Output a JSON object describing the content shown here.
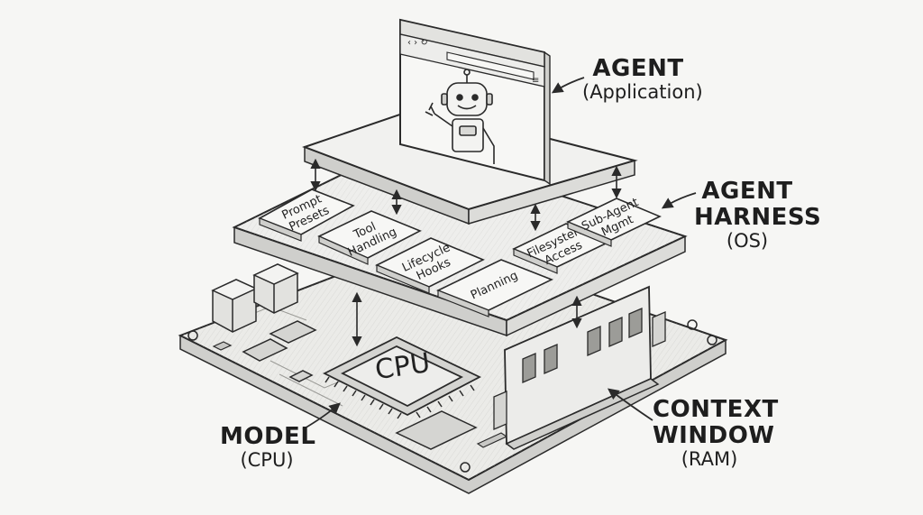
{
  "labels": {
    "agent": {
      "title": "AGENT",
      "subtitle": "(Application)"
    },
    "harness": {
      "line1": "AGENT",
      "line2": "HARNESS",
      "subtitle": "(OS)"
    },
    "context": {
      "line1": "CONTEXT",
      "line2": "WINDOW",
      "subtitle": "(RAM)"
    },
    "model": {
      "title": "MODEL",
      "subtitle": "(CPU)"
    }
  },
  "chip": {
    "label": "CPU"
  },
  "modules": [
    {
      "id": "prompt-presets",
      "lines": [
        "Prompt",
        "Presets"
      ]
    },
    {
      "id": "tool-handling",
      "lines": [
        "Tool",
        "Handling"
      ]
    },
    {
      "id": "lifecycle-hooks",
      "lines": [
        "Lifecycle",
        "Hooks"
      ]
    },
    {
      "id": "planning",
      "lines": [
        "Planning"
      ]
    },
    {
      "id": "filesystem-access",
      "lines": [
        "Filesystem",
        "Access"
      ]
    },
    {
      "id": "sub-agent-mgmt",
      "lines": [
        "Sub-Agent",
        "Mgmt"
      ]
    }
  ],
  "colors": {
    "ink": "#2a2a2a",
    "paper": "#f6f6f4",
    "shade": "#d9d9d6",
    "light": "#ececea"
  }
}
